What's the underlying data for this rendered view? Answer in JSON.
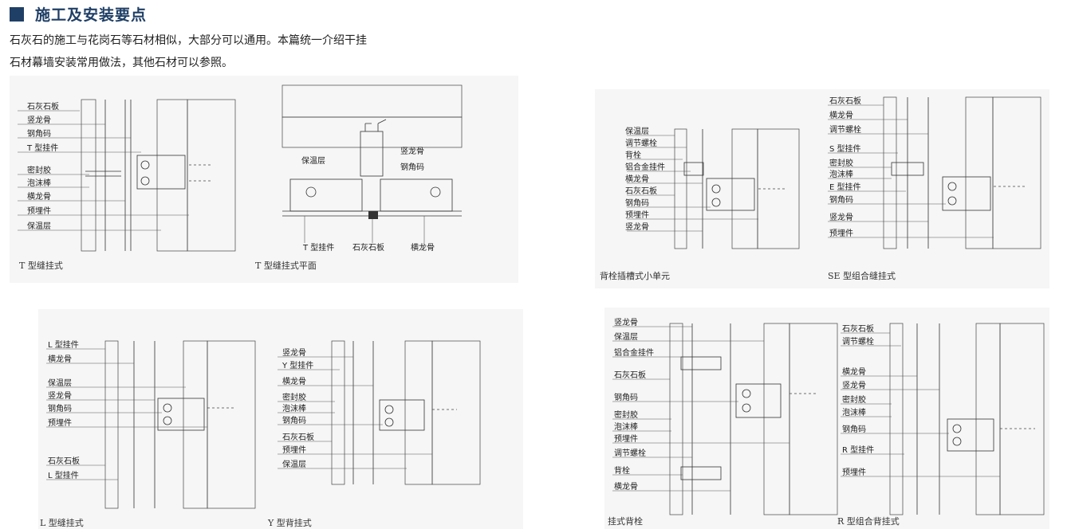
{
  "header": {
    "title": "施工及安装要点",
    "intro_line1": "石灰石的施工与花岗石等石材相似，大部分可以通用。本篇统一介绍干挂",
    "intro_line2": "石材幕墙安装常用做法，其他石材可以参照。"
  },
  "colors": {
    "accent": "#1f3f66",
    "panel_bg": "#f6f6f6"
  },
  "diagrams": {
    "t_joint": {
      "caption": "T 型缝挂式",
      "labels": [
        "石灰石板",
        "竖龙骨",
        "钢角码",
        "T 型挂件",
        "密封胶",
        "泡沫棒",
        "横龙骨",
        "预埋件",
        "保温层"
      ]
    },
    "t_plan": {
      "caption": "T 型缝挂式平面",
      "labels": [
        "保温层",
        "竖龙骨",
        "钢角码",
        "T 型挂件",
        "石灰石板",
        "横龙骨"
      ]
    },
    "back_bolt_unit": {
      "caption": "背栓插槽式小单元",
      "labels": [
        "保温层",
        "调节螺栓",
        "背栓",
        "铝合金挂件",
        "横龙骨",
        "石灰石板",
        "钢角码",
        "预埋件",
        "竖龙骨"
      ]
    },
    "se_combo": {
      "caption": "SE 型组合缝挂式",
      "labels": [
        "石灰石板",
        "横龙骨",
        "调节螺栓",
        "S 型挂件",
        "密封胶",
        "泡沫棒",
        "E 型挂件",
        "钢角码",
        "竖龙骨",
        "预埋件"
      ]
    },
    "l_joint": {
      "caption": "L 型缝挂式",
      "labels": [
        "L 型挂件",
        "横龙骨",
        "保温层",
        "竖龙骨",
        "钢角码",
        "预埋件",
        "石灰石板",
        "L 型挂件"
      ]
    },
    "y_back": {
      "caption": "Y 型背挂式",
      "labels": [
        "竖龙骨",
        "Y 型挂件",
        "横龙骨",
        "密封胶",
        "泡沫棒",
        "钢角码",
        "石灰石板",
        "预埋件",
        "保温层"
      ]
    },
    "hang_bolt": {
      "caption": "挂式背栓",
      "labels": [
        "竖龙骨",
        "保温层",
        "铝合金挂件",
        "石灰石板",
        "钢角码",
        "密封胶",
        "泡沫棒",
        "预埋件",
        "调节螺栓",
        "背栓",
        "横龙骨"
      ]
    },
    "r_combo": {
      "caption": "R 型组合背挂式",
      "labels": [
        "石灰石板",
        "调节螺栓",
        "横龙骨",
        "竖龙骨",
        "密封胶",
        "泡沫棒",
        "钢角码",
        "R 型挂件",
        "预埋件"
      ]
    }
  }
}
